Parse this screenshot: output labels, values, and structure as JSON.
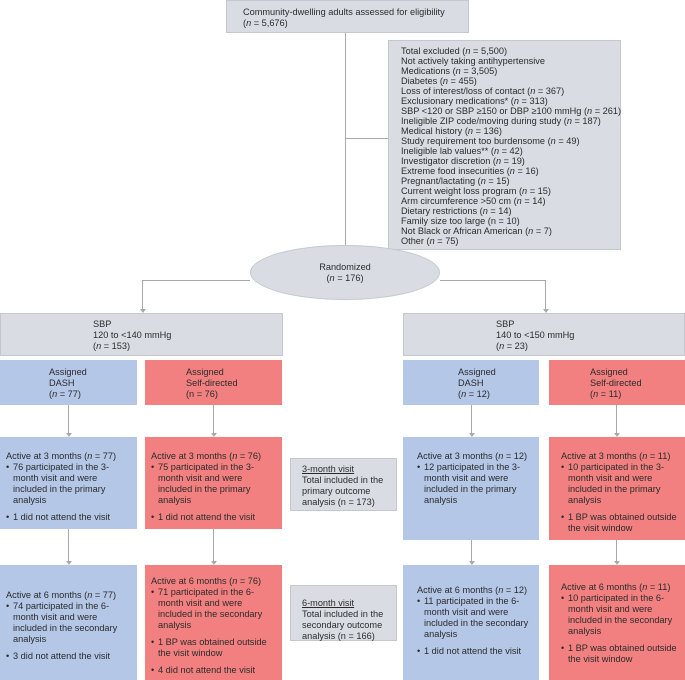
{
  "screening": {
    "title": "Community-dwelling adults assessed for eligibility",
    "n_label": "n",
    "n_value": " = 5,676)"
  },
  "excluded": {
    "items": [
      {
        "text": "Total excluded (",
        "n": "n",
        "rest": " = 5,500)"
      },
      {
        "text": "Not actively taking antihypertensive",
        "n": "",
        "rest": ""
      },
      {
        "text": "Medications (",
        "n": "n",
        "rest": " = 3,505)"
      },
      {
        "text": "Diabetes (",
        "n": "n",
        "rest": " = 455)"
      },
      {
        "text": "Loss of interest/loss of contact (",
        "n": "n",
        "rest": " = 367)"
      },
      {
        "text": "Exclusionary medications* (",
        "n": "n",
        "rest": " = 313)"
      },
      {
        "text": "SBP <120 or SBP ≥150 or DBP ≥100 mmHg (",
        "n": "n",
        "rest": " = 261)"
      },
      {
        "text": "Ineligible ZIP code/moving during study (",
        "n": "n",
        "rest": " = 187)"
      },
      {
        "text": "Medical history (",
        "n": "n",
        "rest": " = 136)"
      },
      {
        "text": "Study requirement too burdensome (",
        "n": "n",
        "rest": " = 49)"
      },
      {
        "text": "Ineligible lab values** (",
        "n": "n",
        "rest": " = 42)"
      },
      {
        "text": "Investigator discretion (",
        "n": "n",
        "rest": " = 19)"
      },
      {
        "text": "Extreme food insecurities (",
        "n": "n",
        "rest": " = 16)"
      },
      {
        "text": "Pregnant/lactating (",
        "n": "n",
        "rest": " = 15)"
      },
      {
        "text": "Current weight loss program (",
        "n": "n",
        "rest": " = 15)"
      },
      {
        "text": "Arm circumference >50 cm (",
        "n": "n",
        "rest": " = 14)"
      },
      {
        "text": "Dietary restrictions (",
        "n": "n",
        "rest": " = 14)"
      },
      {
        "text": "Family size too large (n = 10)",
        "n": "",
        "rest": ""
      },
      {
        "text": "Not Black or African American (",
        "n": "n",
        "rest": " = 7)"
      },
      {
        "text": "Other (",
        "n": "n",
        "rest": " = 75)"
      }
    ]
  },
  "randomized": {
    "label": "Randomized",
    "n_value": " = 176)"
  },
  "strata": {
    "left": {
      "line1": "SBP",
      "line2": "120 to <140 mmHg",
      "n_value": " = 153)"
    },
    "right": {
      "line1": "SBP",
      "line2": "140 to <150 mmHg",
      "n_value": " = 23)"
    }
  },
  "arms": {
    "left_dash": {
      "line1": "Assigned",
      "line2": "DASH",
      "n_value": " = 77)"
    },
    "left_sd": {
      "line1": "Assigned",
      "line2": "Self-directed",
      "n_value": "(n = 76)"
    },
    "right_dash": {
      "line1": "Assigned",
      "line2": "DASH",
      "n_value": " = 12)"
    },
    "right_sd": {
      "line1": "Assigned",
      "line2": "Self-directed",
      "n_value": " = 11)"
    }
  },
  "three_month": {
    "left_dash": {
      "head": "Active at 3 months (",
      "n_value": " = 77)",
      "bullets": [
        "76 participated in the 3-month visit and were included in the primary analysis",
        "1 did not attend the visit"
      ]
    },
    "left_sd": {
      "head": "Active at 3 months (",
      "n_value": " = 76)",
      "bullets": [
        "75 participated in the 3-month visit and were included in the primary analysis",
        "1 did not attend the visit"
      ]
    },
    "right_dash": {
      "head": "Active at 3 months (",
      "n_value": " = 12)",
      "bullets": [
        "12 participated in the 3-month visit and were included in the primary analysis"
      ]
    },
    "right_sd": {
      "head": "Active at 3 months (",
      "n_value": " = 11)",
      "bullets": [
        "10 participated in the 3-month visit and were included in the primary analysis",
        "1 BP was obtained outside the visit window"
      ]
    },
    "summary": {
      "title": "3-month visit",
      "text": "Total included in the primary outcome analysis (n = 173)"
    }
  },
  "six_month": {
    "left_dash": {
      "head": "Active at 6 months (",
      "n_value": " = 77)",
      "bullets": [
        "74 participated in the 6-month visit and were included in the secondary analysis",
        "3 did not attend the visit"
      ]
    },
    "left_sd": {
      "head": "Active at 6 months (",
      "n_value": " = 76)",
      "bullets": [
        "71 participated in the 6-month visit and were included in the secondary analysis",
        "1 BP was obtained outside the visit window",
        "4 did not attend the visit"
      ]
    },
    "right_dash": {
      "head": "Active at 6 months (",
      "n_value": " = 12)",
      "bullets": [
        "11 participated in the 6-month visit and were included in the secondary analysis",
        "1 did not attend the visit"
      ]
    },
    "right_sd": {
      "head": "Active at 6 months (",
      "n_value": " = 11)",
      "bullets": [
        "10 participated in the 6-month visit and were included in the secondary analysis",
        "1 BP was obtained outside the visit window"
      ]
    },
    "summary": {
      "title": "6-month visit",
      "text": "Total included in the secondary outcome analysis (n = 166)"
    }
  },
  "colors": {
    "neutral_box": "#d9dde3",
    "dash_arm": "#b4c7e7",
    "self_directed_arm": "#f28080",
    "connector": "#a9a9a9"
  }
}
